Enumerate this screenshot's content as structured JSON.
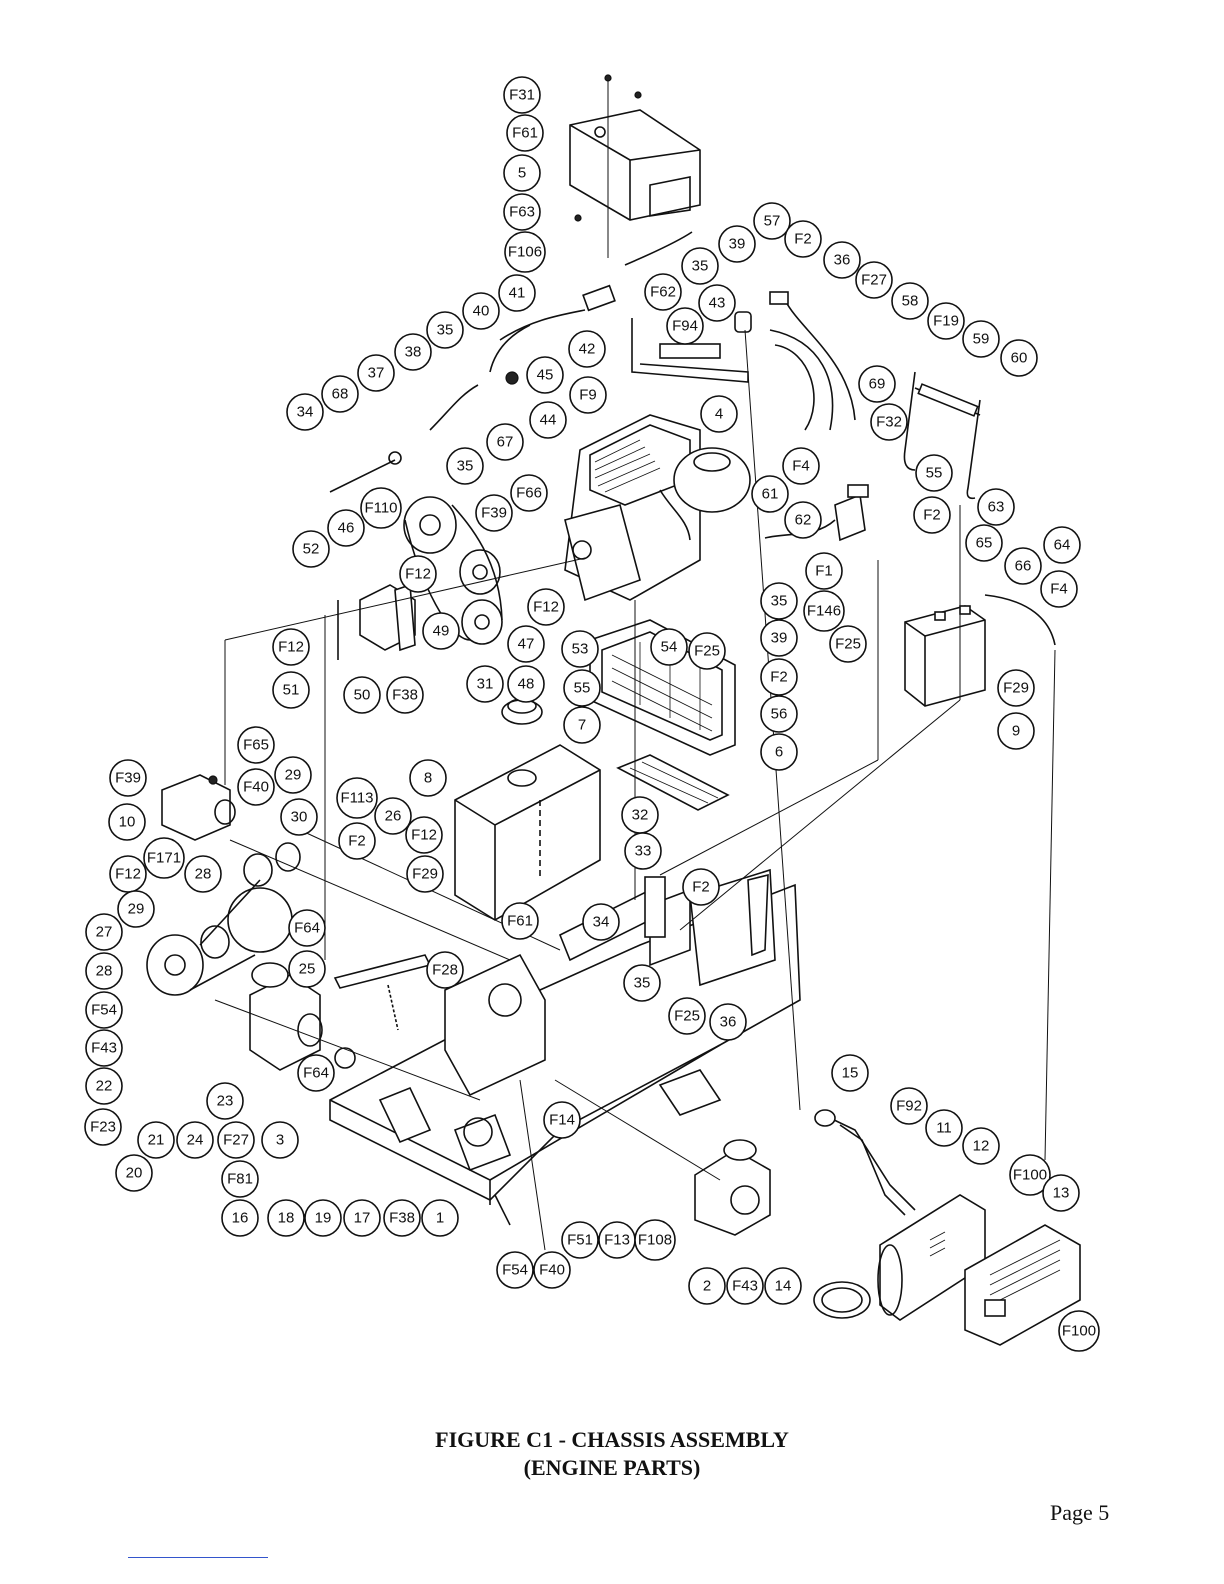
{
  "figure": {
    "title": "FIGURE C1 - CHASSIS ASSEMBLY",
    "subtitle": "(ENGINE PARTS)"
  },
  "page": {
    "label": "Page 5"
  },
  "callouts": [
    {
      "label": "F31"
    },
    {
      "label": "F61"
    },
    {
      "label": "5"
    },
    {
      "label": "F63"
    },
    {
      "label": "F106"
    },
    {
      "label": "39"
    },
    {
      "label": "57"
    },
    {
      "label": "F2"
    },
    {
      "label": "36"
    },
    {
      "label": "F27"
    },
    {
      "label": "35"
    },
    {
      "label": "41"
    },
    {
      "label": "40"
    },
    {
      "label": "F62"
    },
    {
      "label": "43"
    },
    {
      "label": "58"
    },
    {
      "label": "F19"
    },
    {
      "label": "59"
    },
    {
      "label": "35"
    },
    {
      "label": "F94"
    },
    {
      "label": "38"
    },
    {
      "label": "42"
    },
    {
      "label": "60"
    },
    {
      "label": "45"
    },
    {
      "label": "37"
    },
    {
      "label": "F9"
    },
    {
      "label": "69"
    },
    {
      "label": "68"
    },
    {
      "label": "44"
    },
    {
      "label": "4"
    },
    {
      "label": "F32"
    },
    {
      "label": "34"
    },
    {
      "label": "67"
    },
    {
      "label": "35"
    },
    {
      "label": "F4"
    },
    {
      "label": "55"
    },
    {
      "label": "61"
    },
    {
      "label": "F110"
    },
    {
      "label": "F66"
    },
    {
      "label": "F2"
    },
    {
      "label": "63"
    },
    {
      "label": "46"
    },
    {
      "label": "F39"
    },
    {
      "label": "62"
    },
    {
      "label": "52"
    },
    {
      "label": "65"
    },
    {
      "label": "64"
    },
    {
      "label": "F12"
    },
    {
      "label": "F1"
    },
    {
      "label": "66"
    },
    {
      "label": "F12"
    },
    {
      "label": "35"
    },
    {
      "label": "F146"
    },
    {
      "label": "F4"
    },
    {
      "label": "F12"
    },
    {
      "label": "49"
    },
    {
      "label": "47"
    },
    {
      "label": "53"
    },
    {
      "label": "54"
    },
    {
      "label": "39"
    },
    {
      "label": "F25"
    },
    {
      "label": "F25"
    },
    {
      "label": "F2"
    },
    {
      "label": "F29"
    },
    {
      "label": "51"
    },
    {
      "label": "50"
    },
    {
      "label": "F38"
    },
    {
      "label": "31"
    },
    {
      "label": "48"
    },
    {
      "label": "55"
    },
    {
      "label": "56"
    },
    {
      "label": "9"
    },
    {
      "label": "7"
    },
    {
      "label": "6"
    },
    {
      "label": "F65"
    },
    {
      "label": "8"
    },
    {
      "label": "F39"
    },
    {
      "label": "29"
    },
    {
      "label": "F40"
    },
    {
      "label": "F113"
    },
    {
      "label": "10"
    },
    {
      "label": "30"
    },
    {
      "label": "26"
    },
    {
      "label": "32"
    },
    {
      "label": "F2"
    },
    {
      "label": "F12"
    },
    {
      "label": "33"
    },
    {
      "label": "F12"
    },
    {
      "label": "F171"
    },
    {
      "label": "28"
    },
    {
      "label": "F29"
    },
    {
      "label": "F2"
    },
    {
      "label": "29"
    },
    {
      "label": "F61"
    },
    {
      "label": "34"
    },
    {
      "label": "27"
    },
    {
      "label": "F64"
    },
    {
      "label": "28"
    },
    {
      "label": "25"
    },
    {
      "label": "F28"
    },
    {
      "label": "35"
    },
    {
      "label": "F54"
    },
    {
      "label": "F25"
    },
    {
      "label": "36"
    },
    {
      "label": "F43"
    },
    {
      "label": "F64"
    },
    {
      "label": "22"
    },
    {
      "label": "15"
    },
    {
      "label": "23"
    },
    {
      "label": "F14"
    },
    {
      "label": "F92"
    },
    {
      "label": "F23"
    },
    {
      "label": "21"
    },
    {
      "label": "24"
    },
    {
      "label": "F27"
    },
    {
      "label": "3"
    },
    {
      "label": "11"
    },
    {
      "label": "20"
    },
    {
      "label": "12"
    },
    {
      "label": "F81"
    },
    {
      "label": "F100"
    },
    {
      "label": "13"
    },
    {
      "label": "16"
    },
    {
      "label": "18"
    },
    {
      "label": "19"
    },
    {
      "label": "17"
    },
    {
      "label": "F38"
    },
    {
      "label": "1"
    },
    {
      "label": "F51"
    },
    {
      "label": "F13"
    },
    {
      "label": "F108"
    },
    {
      "label": "F54"
    },
    {
      "label": "F40"
    },
    {
      "label": "2"
    },
    {
      "label": "F43"
    },
    {
      "label": "14"
    },
    {
      "label": "F100"
    }
  ]
}
